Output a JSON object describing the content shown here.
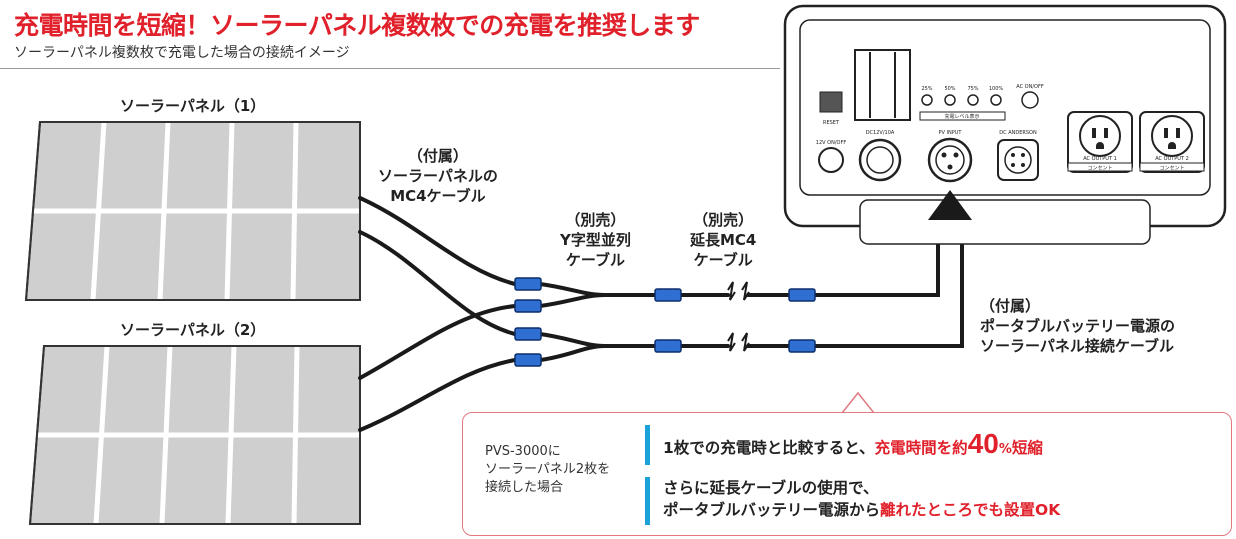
{
  "title": "充電時間を短縮！ソーラーパネル複数枚での充電を推奨します",
  "subtitle": "ソーラーパネル複数枚で充電した場合の接続イメージ",
  "panels": {
    "panel1": "ソーラーパネル（1）",
    "panel2": "ソーラーパネル（2）"
  },
  "cables": {
    "included_mc4": [
      "（付属）",
      "ソーラーパネルの",
      "MC4ケーブル"
    ],
    "y_cable": [
      "（別売）",
      "Y字型並列",
      "ケーブル"
    ],
    "extension": [
      "（別売）",
      "延長MC4",
      "ケーブル"
    ],
    "battery_cable": [
      "（付属）",
      "ポータブルバッテリー電源の",
      "ソーラーパネル接続ケーブル"
    ]
  },
  "device": {
    "level_labels": [
      "25%",
      "50%",
      "75%",
      "100%",
      "AC ON/OFF"
    ],
    "reset": "RESET",
    "dc_onoff": "12V ON/OFF",
    "dc_12v": "DC12V/10A",
    "pv_input": "PV INPUT",
    "dc_anderson": "DC ANDERSON",
    "ac_out1": "AC OUTPUT 1",
    "ac_out2": "AC OUTPUT 2",
    "outlet_label": "コンセント",
    "level_caption": "充電レベル表示"
  },
  "callout": {
    "left_lines": [
      "PVS-3000に",
      "ソーラーパネル2枚を",
      "接続した場合"
    ],
    "line1_pre": "1枚での充電時と比較すると、",
    "line1_red": "充電時間を約",
    "line1_num": "40",
    "line1_unit": "%",
    "line1_post": "短縮",
    "line2a": "さらに延長ケーブルの使用で、",
    "line2b_pre": "ポータブルバッテリー電源から",
    "line2b_red": "離れたところでも設置OK"
  },
  "colors": {
    "accent_red": "#e0202a",
    "connector_blue": "#2f6fd1",
    "bar_blue": "#19a3d8",
    "panel_gray": "#d9d9d9"
  }
}
